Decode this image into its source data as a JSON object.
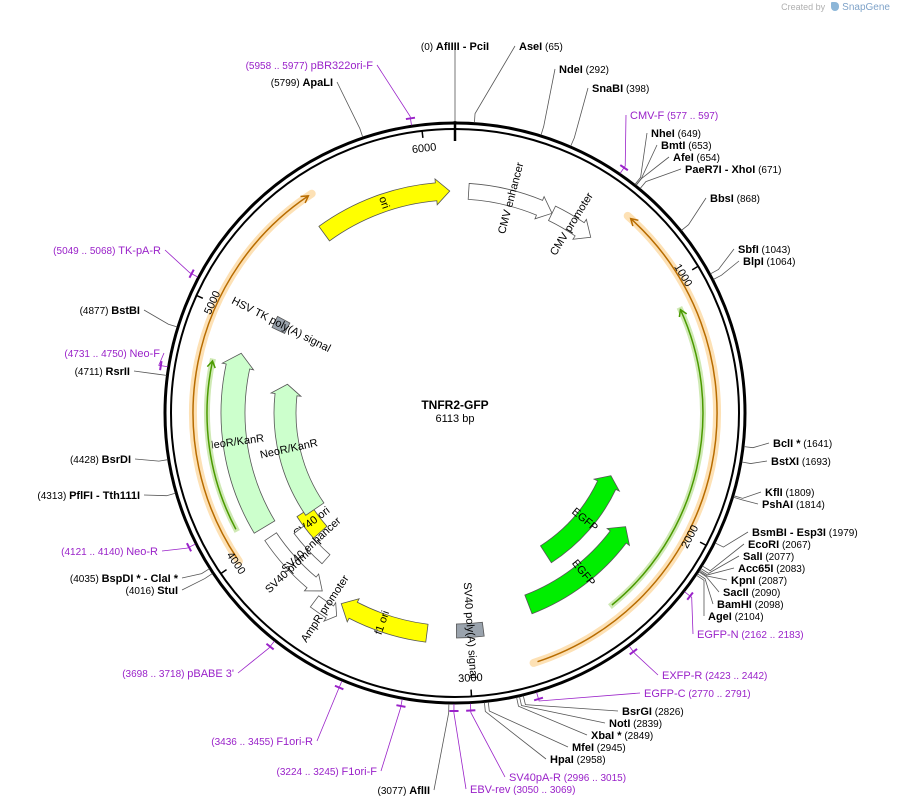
{
  "credit": {
    "text": "Created by",
    "brand": "SnapGene"
  },
  "plasmid": {
    "name": "TNFR2-GFP",
    "size_label": "6113 bp",
    "length": 6113
  },
  "ticks": [
    {
      "bp": 1000,
      "label": "1000"
    },
    {
      "bp": 2000,
      "label": "2000"
    },
    {
      "bp": 3000,
      "label": "3000"
    },
    {
      "bp": 4000,
      "label": "4000"
    },
    {
      "bp": 5000,
      "label": "5000"
    },
    {
      "bp": 6000,
      "label": "6000"
    }
  ],
  "enzymes": [
    {
      "name": "AfIIII",
      "name2": "PciI",
      "pos": "(0)",
      "bp": 0
    },
    {
      "name": "AseI",
      "pos": "(65)",
      "bp": 65
    },
    {
      "name": "NdeI",
      "pos": "(292)",
      "bp": 292
    },
    {
      "name": "SnaBI",
      "pos": "(398)",
      "bp": 398
    },
    {
      "name": "NheI",
      "pos": "(649)",
      "bp": 649
    },
    {
      "name": "BmtI",
      "pos": "(653)",
      "bp": 653
    },
    {
      "name": "AfeI",
      "pos": "(654)",
      "bp": 654
    },
    {
      "name": "PaeR7I",
      "name2": "XhoI",
      "pos": "(671)",
      "bp": 671
    },
    {
      "name": "BbsI",
      "pos": "(868)",
      "bp": 868
    },
    {
      "name": "SbfI",
      "pos": "(1043)",
      "bp": 1043
    },
    {
      "name": "BlpI",
      "pos": "(1064)",
      "bp": 1064
    },
    {
      "name": "BclI *",
      "pos": "(1641)",
      "bp": 1641
    },
    {
      "name": "BstXI",
      "pos": "(1693)",
      "bp": 1693
    },
    {
      "name": "KflI",
      "pos": "(1809)",
      "bp": 1809
    },
    {
      "name": "PshAI",
      "pos": "(1814)",
      "bp": 1814
    },
    {
      "name": "BsmBI",
      "name2": "Esp3I",
      "pos": "(1979)",
      "bp": 1979
    },
    {
      "name": "EcoRI",
      "pos": "(2067)",
      "bp": 2067
    },
    {
      "name": "SalI",
      "pos": "(2077)",
      "bp": 2077
    },
    {
      "name": "Acc65I",
      "pos": "(2083)",
      "bp": 2083
    },
    {
      "name": "KpnI",
      "pos": "(2087)",
      "bp": 2087
    },
    {
      "name": "SacII",
      "pos": "(2090)",
      "bp": 2090
    },
    {
      "name": "BamHI",
      "pos": "(2098)",
      "bp": 2098
    },
    {
      "name": "AgeI",
      "pos": "(2104)",
      "bp": 2104
    },
    {
      "name": "BsrGI",
      "pos": "(2826)",
      "bp": 2826
    },
    {
      "name": "NotI",
      "pos": "(2839)",
      "bp": 2839
    },
    {
      "name": "XbaI *",
      "pos": "(2849)",
      "bp": 2849
    },
    {
      "name": "MfeI",
      "pos": "(2945)",
      "bp": 2945
    },
    {
      "name": "HpaI",
      "pos": "(2958)",
      "bp": 2958
    },
    {
      "name": "AflII",
      "pos": "(3077)",
      "bp": 3077
    },
    {
      "name": "StuI",
      "pos": "(4016)",
      "bp": 4016
    },
    {
      "name": "BspDI *",
      "name2": "ClaI *",
      "pos": "(4035)",
      "bp": 4035
    },
    {
      "name": "PflFI",
      "name2": "Tth111I",
      "pos": "(4313)",
      "bp": 4313
    },
    {
      "name": "BsrDI",
      "pos": "(4428)",
      "bp": 4428
    },
    {
      "name": "RsrII",
      "pos": "(4711)",
      "bp": 4711
    },
    {
      "name": "BstBI",
      "pos": "(4877)",
      "bp": 4877
    },
    {
      "name": "ApaLI",
      "pos": "(5799)",
      "bp": 5799
    }
  ],
  "primers": [
    {
      "name": "CMV-F",
      "range": "(577 .. 597)",
      "bp": 587
    },
    {
      "name": "EGFP-N",
      "range": "(2162 .. 2183)",
      "bp": 2172
    },
    {
      "name": "EXFP-R",
      "range": "(2423 .. 2442)",
      "bp": 2432
    },
    {
      "name": "EGFP-C",
      "range": "(2770 .. 2791)",
      "bp": 2780
    },
    {
      "name": "SV40pA-R",
      "range": "(2996 .. 3015)",
      "bp": 3005
    },
    {
      "name": "EBV-rev",
      "range": "(3050 .. 3069)",
      "bp": 3060
    },
    {
      "name": "F1ori-F",
      "range": "(3224 .. 3245)",
      "bp": 3234
    },
    {
      "name": "F1ori-R",
      "range": "(3436 .. 3455)",
      "bp": 3445
    },
    {
      "name": "pBABE 3'",
      "range": "(3698 .. 3718)",
      "bp": 3708
    },
    {
      "name": "Neo-R",
      "range": "(4121 .. 4140)",
      "bp": 4130
    },
    {
      "name": "Neo-F",
      "range": "(4731 .. 4750)",
      "bp": 4740
    },
    {
      "name": "TK-pA-R",
      "range": "(5049 .. 5068)",
      "bp": 5058
    },
    {
      "name": "pBR322ori-F",
      "range": "(5958 .. 5977)",
      "bp": 5967
    }
  ],
  "features": [
    {
      "label": "ori",
      "type": "ori",
      "color": "#ffff00",
      "strand": 1,
      "start": 5500,
      "end": 6090
    },
    {
      "label": "CMV enhancer",
      "type": "enhancer",
      "color": "#ffffff",
      "strand": 1,
      "start": 60,
      "end": 440
    },
    {
      "label": "CMV promoter",
      "type": "promoter",
      "color": "#ffffff",
      "strand": 1,
      "start": 440,
      "end": 640
    },
    {
      "label": "EGFP",
      "type": "cds",
      "color": "#00ee00",
      "strand": -1,
      "start": 1900,
      "end": 2500
    },
    {
      "label": "EGFP",
      "type": "cds",
      "color": "#00ee00",
      "strand": -1,
      "start": 2100,
      "end": 2700
    },
    {
      "label": "SV40 poly(A) signal",
      "type": "polyA",
      "color": "#9aa3ad",
      "strand": 0,
      "start": 2930,
      "end": 3050
    },
    {
      "label": "f1 ori",
      "type": "ori",
      "color": "#ffff00",
      "strand": 1,
      "start": 3180,
      "end": 3580
    },
    {
      "label": "AmpR promoter",
      "type": "promoter",
      "color": "#ffffff",
      "strand": -1,
      "start": 3570,
      "end": 3680
    },
    {
      "label": "SV40 promoter",
      "type": "promoter",
      "color": "#ffffff",
      "strand": -1,
      "start": 3680,
      "end": 4010
    },
    {
      "label": "SV40 ori",
      "type": "ori",
      "color": "#ffff00",
      "strand": 0,
      "start": 3880,
      "end": 4020
    },
    {
      "label": "SV40 enhancer",
      "type": "enhancer",
      "color": "#ffffff",
      "strand": 0,
      "start": 3760,
      "end": 3960
    },
    {
      "label": "NeoR/KanR",
      "type": "cds",
      "color": "#ccffcc",
      "strand": 1,
      "start": 4000,
      "end": 4750
    },
    {
      "label": "NeoR/KanR",
      "type": "cds",
      "color": "#ccffcc",
      "strand": 1,
      "start": 4060,
      "end": 4850
    },
    {
      "label": "HSV TK poly(A) signal",
      "type": "polyA",
      "color": "#9aa3ad",
      "strand": 0,
      "start": 5010,
      "end": 5070
    }
  ],
  "colors": {
    "backbone": "#000000",
    "primer": "#9a22c9",
    "orf_fill": "#fde1b5",
    "orf_stroke": "#b86c00",
    "inner_arrow": "#4a9a00"
  }
}
